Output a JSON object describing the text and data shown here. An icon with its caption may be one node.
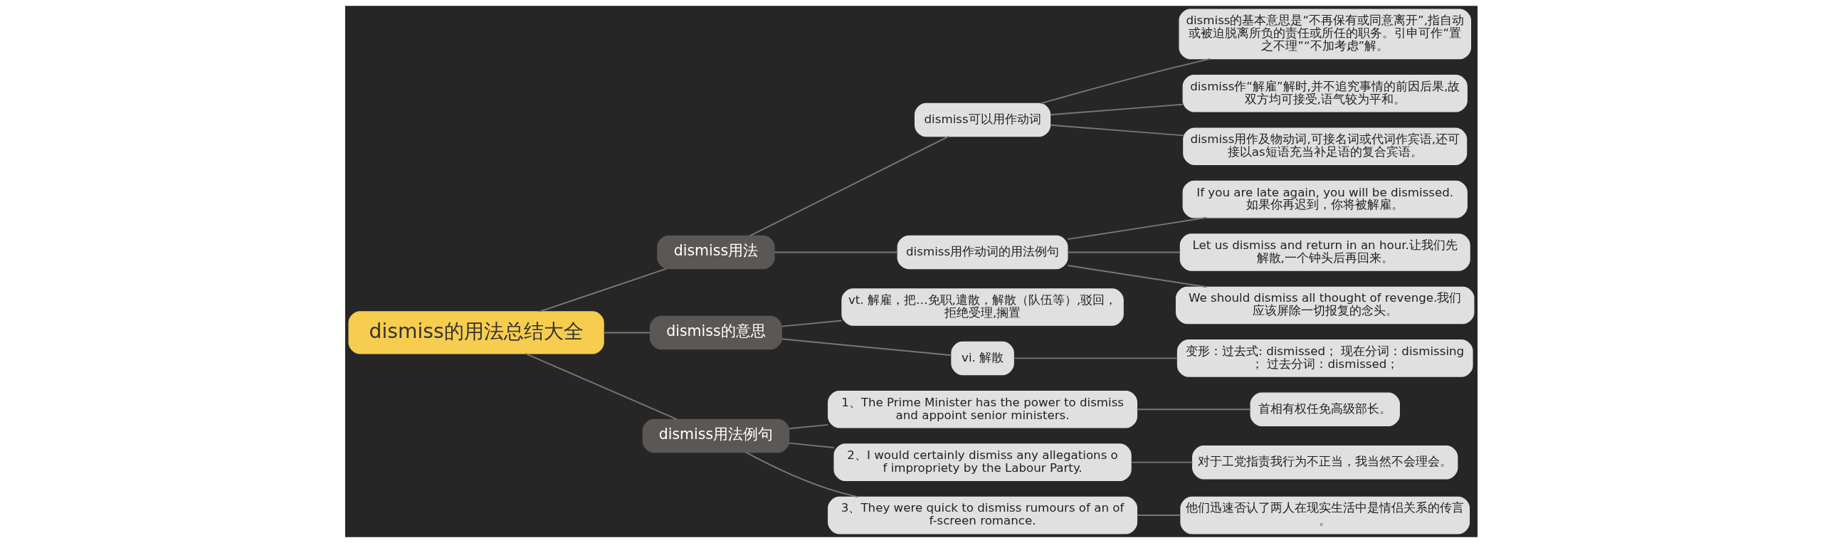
{
  "diagram": {
    "nodes": [
      {
        "text": [
          "dismiss的用法总结大全"
        ]
      },
      {
        "text": [
          "dismiss用法"
        ]
      },
      {
        "text": [
          "dismiss可以用作动词"
        ]
      },
      {
        "text": [
          "dismiss的基本意思是“不再保有或同意离开”,指自动或被迫脱离所负的责任或所任的职务。引申可作“置之不理”“不加考虑”解。"
        ]
      },
      {
        "text": [
          "dismiss作“解雇”解时,并不追究事情的前因后果,故双方均可接受,语气较为平和。"
        ]
      },
      {
        "text": [
          "dismiss用作及物动词,可接名词或代词作宾语,还可接以as短语充当补足语的复合宾语。"
        ]
      },
      {
        "text": [
          "dismiss用作动词的用法例句"
        ]
      },
      {
        "text": [
          "If you are late again, you will be dismissed.如果你再迟到，你将被解雇。"
        ]
      },
      {
        "text": [
          "Let us dismiss and return in an hour.让我们先解散,一个钟头后再回来。"
        ]
      },
      {
        "text": [
          "We should dismiss all thought of revenge.我们应该屏除一切报复的念头。"
        ]
      },
      {
        "text": [
          "dismiss的意思"
        ]
      },
      {
        "text": [
          "vt. 解雇，把…免职,遣散，解散（队伍等）,驳回，拒绝受理,搁置"
        ]
      },
      {
        "text": [
          "vi. 解散"
        ]
      },
      {
        "text": [
          "变形：过去式: dismissed； 现在分词：dismissing； 过去分词：dismissed；"
        ]
      },
      {
        "text": [
          "dismiss用法例句"
        ]
      },
      {
        "text": [
          "1、The Prime Minister has the power to dismiss and appoint senior ministers."
        ]
      },
      {
        "text": [
          "首相有权任免高级部长。"
        ]
      },
      {
        "text": [
          "2、I would certainly dismiss any allegations of impropriety by the Labour Party."
        ]
      },
      {
        "text": [
          "对于工党指责我行为不正当，我当然不会理会。"
        ]
      },
      {
        "text": [
          "3、They were quick to dismiss rumours of an off-screen romance."
        ]
      },
      {
        "text": [
          "他们迅速否认了两人在现实生活中是情侣关系的传言。"
        ]
      }
    ],
    "edges": [
      {
        "from": 0,
        "to": 1,
        "arrow": "none"
      },
      {
        "from": 1,
        "to": 2,
        "arrow": "none"
      },
      {
        "from": 2,
        "to": 3,
        "arrow": "none"
      },
      {
        "from": 2,
        "to": 4,
        "arrow": "none"
      },
      {
        "from": 2,
        "to": 5,
        "arrow": "none"
      },
      {
        "from": 1,
        "to": 6,
        "arrow": "none"
      },
      {
        "from": 6,
        "to": 7,
        "arrow": "none"
      },
      {
        "from": 6,
        "to": 8,
        "arrow": "none"
      },
      {
        "from": 6,
        "to": 9,
        "arrow": "none"
      },
      {
        "from": 0,
        "to": 10,
        "arrow": "none"
      },
      {
        "from": 10,
        "to": 11,
        "arrow": "none"
      },
      {
        "from": 10,
        "to": 12,
        "arrow": "none"
      },
      {
        "from": 12,
        "to": 13,
        "arrow": "none"
      },
      {
        "from": 0,
        "to": 14,
        "arrow": "none"
      },
      {
        "from": 14,
        "to": 15,
        "arrow": "none"
      },
      {
        "from": 15,
        "to": 16,
        "arrow": "none"
      },
      {
        "from": 14,
        "to": 17,
        "arrow": "none"
      },
      {
        "from": 17,
        "to": 18,
        "arrow": "none"
      },
      {
        "from": 14,
        "to": 19,
        "arrow": "none"
      },
      {
        "from": 19,
        "to": 20,
        "arrow": "none"
      }
    ]
  }
}
